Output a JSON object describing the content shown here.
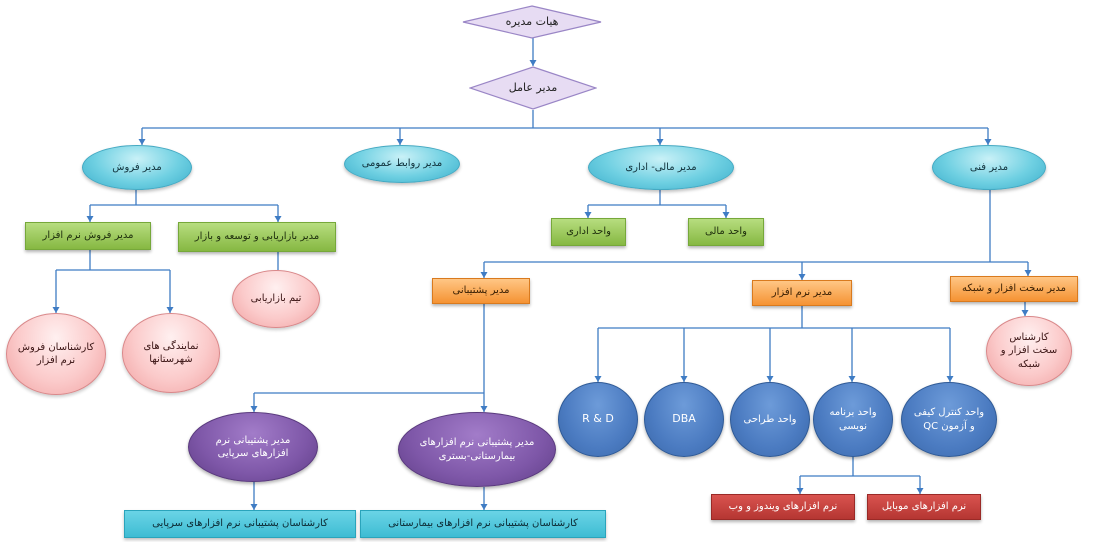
{
  "colors": {
    "connector": "#3f7cc4",
    "diamond_fill": "#e7dcf3",
    "diamond_stroke": "#9a86c6",
    "teal": "#55c3d8",
    "green": "#9ccc5a",
    "orange": "#f7a24b",
    "pink": "#f9c4c4",
    "blue": "#4b7bc1",
    "purple": "#7e57a8",
    "cyan": "#4cc4d9",
    "red": "#c0403c"
  },
  "nodes": {
    "board": "هیات مدیره",
    "ceo": "مدیر عامل",
    "sales_manager": "مدیر فروش",
    "pr_manager": "مدیر روابط عمومی",
    "finance_admin_manager": "مدیر مالی- اداری",
    "technical_manager": "مدیر فنی",
    "software_sales_manager": "مدیر فروش نرم افزار",
    "marketing_manager": "مدیر بازاریابی و توسعه و بازار",
    "admin_unit": "واحد اداری",
    "finance_unit": "واحد مالی",
    "marketing_team": "تیم بازاریابی",
    "software_sales_expert": "کارشناسان فروش نرم افزار",
    "city_agencies": "نمایندگی های شهرستانها",
    "support_manager": "مدیر پشتیبانی",
    "software_manager": "مدیر نرم افزار",
    "hardware_network_manager": "مدیر سخت افزار و شبکه",
    "hardware_network_expert": "کارشناس سخت افزار و شبکه",
    "rnd": "R & D",
    "dba": "DBA",
    "design_unit": "واحد طراحی",
    "programming_unit": "واحد برنامه نویسی",
    "qc_unit": "واحد کنترل کیفی و آزمون QC",
    "outpatient_support_manager": "مدیر پشتیبانی نرم افزارهای سرپایی",
    "inpatient_support_manager": "مدیر پشتیبانی نرم افزارهای بیمارستانی-بستری",
    "outpatient_support_expert": "کارشناسان  پشتیبانی نرم افزارهای سرپایی",
    "hospital_support_expert": "کارشناسان  پشتیبانی نرم افزارهای بیمارستانی",
    "windows_web_software": "نرم افزارهای ویندوز و وب",
    "mobile_software": "نرم افزارهای موبایل"
  }
}
